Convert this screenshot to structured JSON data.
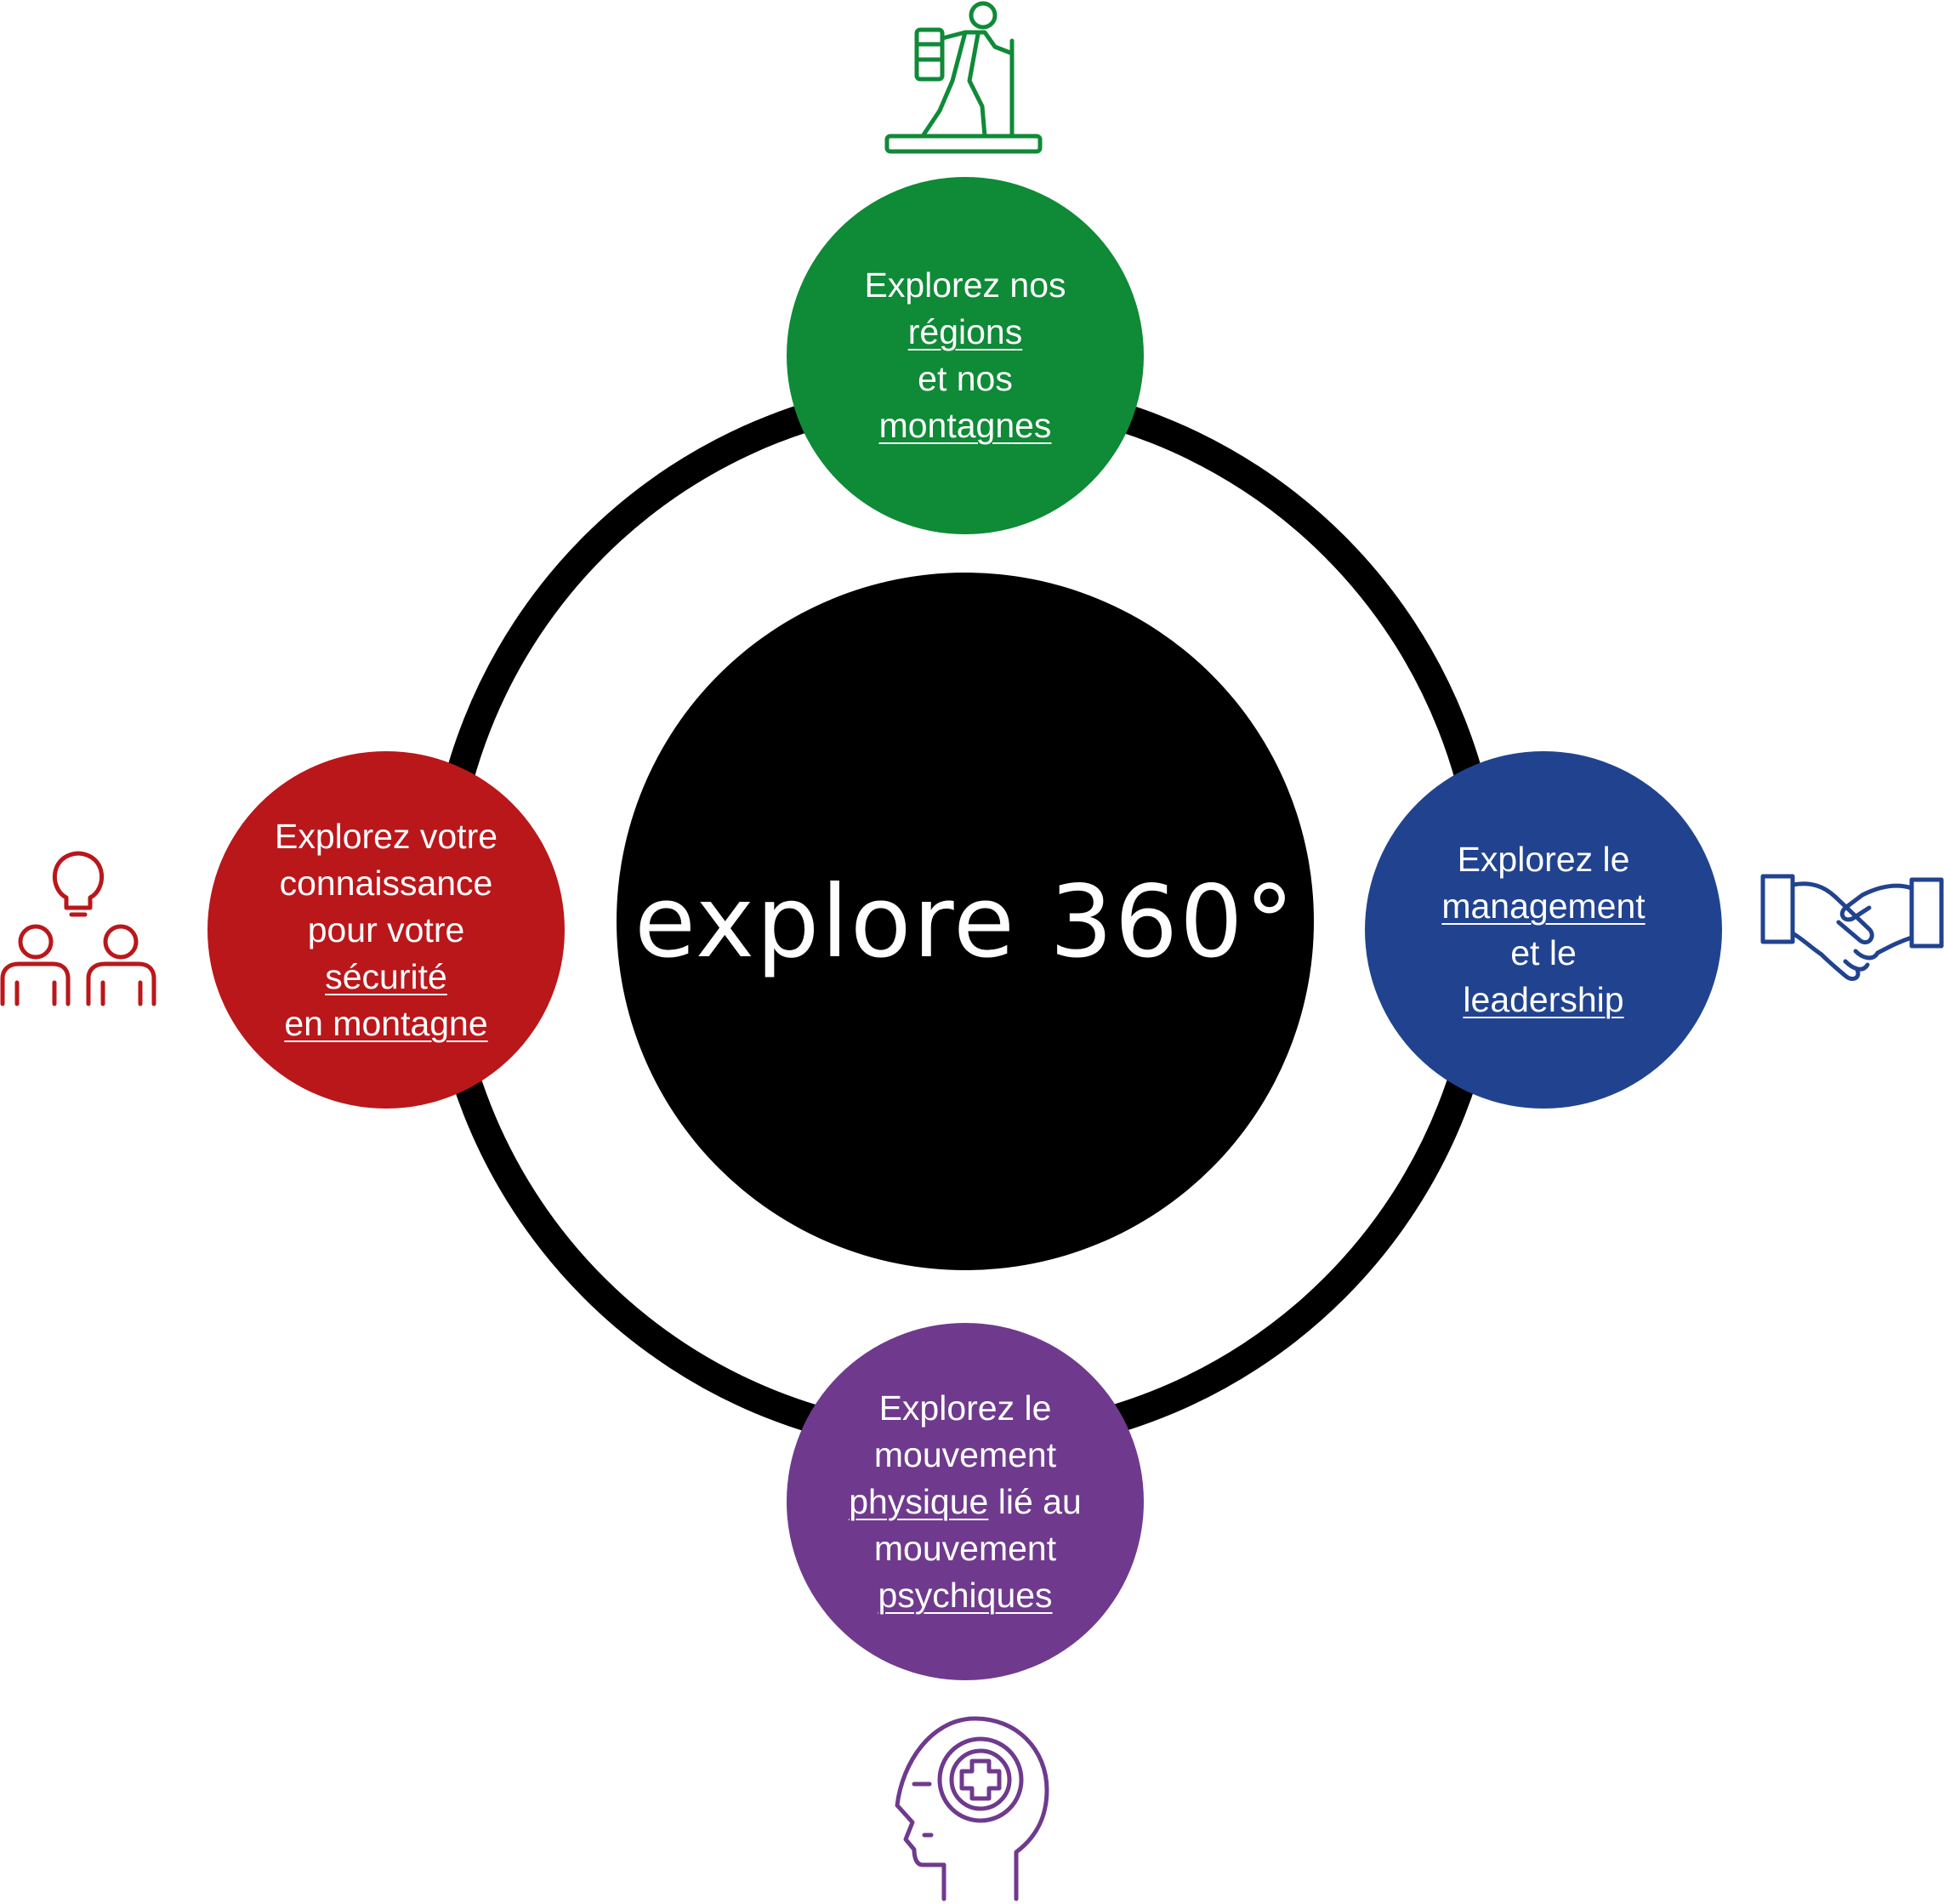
{
  "center": {
    "title": "explore 360°"
  },
  "colors": {
    "ring": "#000000",
    "top": "#0F8A37",
    "left": "#BA171B",
    "right": "#21438F",
    "bottom": "#6F3A8D"
  },
  "nodes": {
    "top": {
      "icon": "hiker-icon",
      "line1": "Explorez nos",
      "link1": "régions",
      "line3": "et nos",
      "link2": "montagnes"
    },
    "left": {
      "icon": "team-idea-icon",
      "line1": "Explorez votre",
      "line2": "connaissance",
      "line3": "pour votre",
      "link1": "sécurité",
      "link2": "en montagne"
    },
    "right": {
      "icon": "handshake-icon",
      "line1": "Explorez le",
      "link1": "management",
      "line3": "et le",
      "link2": "leadership"
    },
    "bottom": {
      "icon": "mental-health-icon",
      "line1": "Explorez le",
      "line2": "mouvement",
      "link1": "physique",
      "line3_tail": " lié au",
      "line4": "mouvement",
      "link2": "psychiques"
    }
  }
}
